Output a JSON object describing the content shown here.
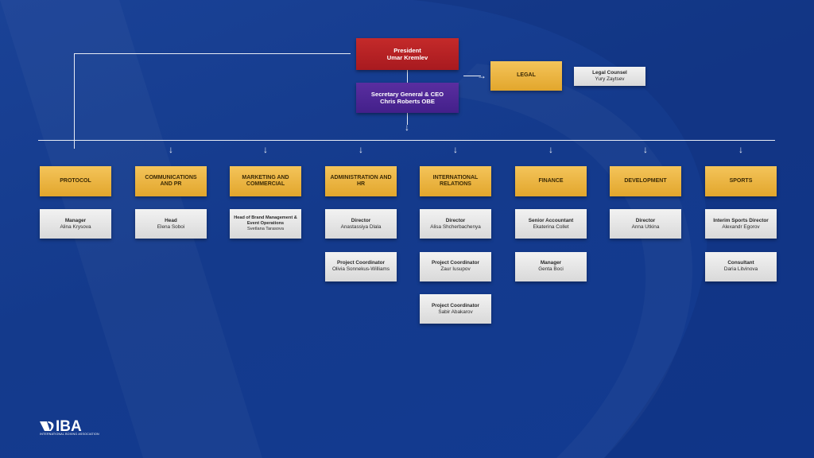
{
  "top": {
    "president": {
      "title": "President",
      "name": "Umar Kremlev"
    },
    "ceo": {
      "title": "Secretary General & CEO",
      "name": "Chris Roberts OBE"
    },
    "legal": {
      "label": "LEGAL"
    },
    "legal_counsel": {
      "role": "Legal Counsel",
      "name": "Yury Zaytsev"
    }
  },
  "departments": [
    {
      "label": "PROTOCOL",
      "people": [
        {
          "role": "Manager",
          "name": "Alina Krysova"
        }
      ]
    },
    {
      "label": "COMMUNICATIONS AND PR",
      "people": [
        {
          "role": "Head",
          "name": "Elena Soboi"
        }
      ]
    },
    {
      "label": "MARKETING AND COMMERCIAL",
      "people": [
        {
          "role": "Head of Brand Management & Event Operations",
          "name": "Svetlana Tarasova"
        }
      ]
    },
    {
      "label": "ADMINISTRATION AND HR",
      "people": [
        {
          "role": "Director",
          "name": "Anastassiya Dlala"
        },
        {
          "role": "Project Coordinator",
          "name": "Olivia Sonnekus-Williams"
        }
      ]
    },
    {
      "label": "INTERNATIONAL RELATIONS",
      "people": [
        {
          "role": "Director",
          "name": "Alisa Shcherbachenya"
        },
        {
          "role": "Project Coordinator",
          "name": "Zaur Iusupov"
        },
        {
          "role": "Project Coordinator",
          "name": "Sabir Abakarov"
        }
      ]
    },
    {
      "label": "FINANCE",
      "people": [
        {
          "role": "Senior Accountant",
          "name": "Ekaterina Collet"
        },
        {
          "role": "Manager",
          "name": "Genta Boci"
        }
      ]
    },
    {
      "label": "DEVELOPMENT",
      "people": [
        {
          "role": "Director",
          "name": "Anna Utkina"
        }
      ]
    },
    {
      "label": "SPORTS",
      "people": [
        {
          "role": "Interim Sports Director",
          "name": "Alexandr Egorov"
        },
        {
          "role": "Consultant",
          "name": "Daria Litvinova"
        }
      ]
    }
  ],
  "logo": {
    "text": "IBA",
    "subtitle": "INTERNATIONAL BOXING ASSOCIATION"
  },
  "colors": {
    "background": "#143a8c",
    "president": "#b82226",
    "ceo": "#4b2594",
    "department": "#eab23e",
    "card": "#e6e6e6",
    "lines": "#e8ecf5"
  }
}
